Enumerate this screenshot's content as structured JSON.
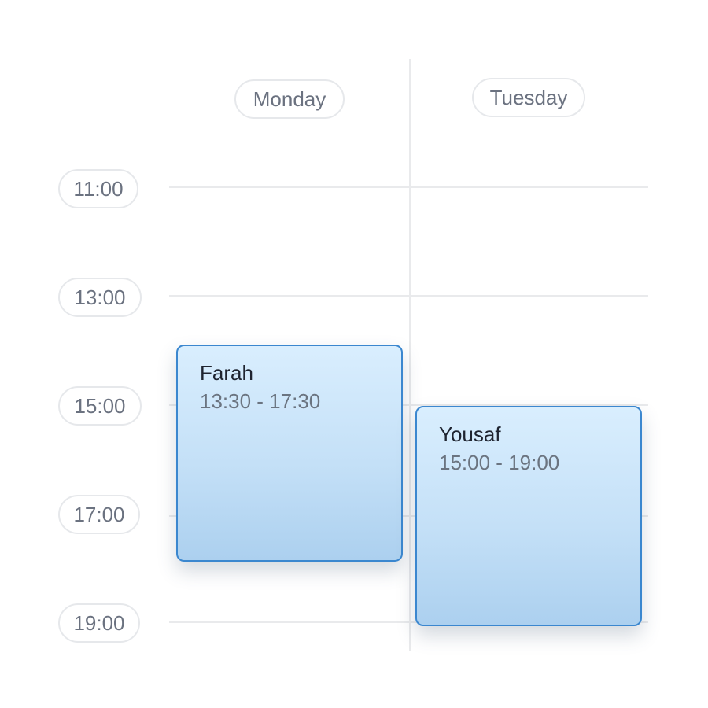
{
  "days": [
    {
      "label": "Monday"
    },
    {
      "label": "Tuesday"
    }
  ],
  "times": [
    {
      "label": "11:00"
    },
    {
      "label": "13:00"
    },
    {
      "label": "15:00"
    },
    {
      "label": "17:00"
    },
    {
      "label": "19:00"
    }
  ],
  "events": [
    {
      "name": "Farah",
      "time": "13:30 - 17:30",
      "day": "Monday"
    },
    {
      "name": "Yousaf",
      "time": "15:00 - 19:00",
      "day": "Tuesday"
    }
  ],
  "colors": {
    "event_border": "#3b87cf",
    "event_fill_top": "#d9eefe",
    "event_fill_bottom": "#acd0ef",
    "grid_line": "#e9eaec",
    "pill_border": "#e6e8eb",
    "muted_text": "#6b7280"
  }
}
